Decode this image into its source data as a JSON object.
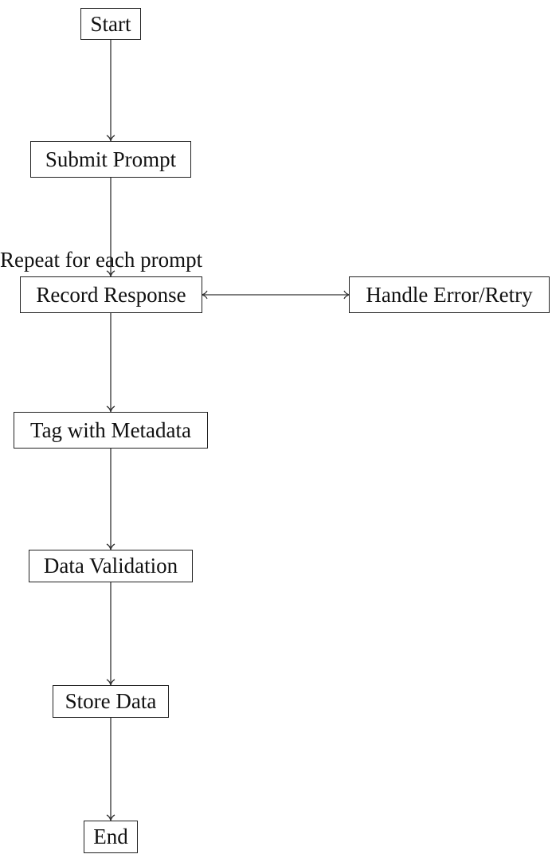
{
  "nodes": {
    "start": "Start",
    "submit_prompt": "Submit Prompt",
    "record_response": "Record Response",
    "handle_error": "Handle Error/Retry",
    "tag_metadata": "Tag with Metadata",
    "data_validation": "Data Validation",
    "store_data": "Store Data",
    "end": "End"
  },
  "annotations": {
    "loop_label": "Repeat for each prompt"
  },
  "edges": [
    {
      "from": "start",
      "to": "submit_prompt",
      "direction": "forward"
    },
    {
      "from": "submit_prompt",
      "to": "record_response",
      "direction": "forward"
    },
    {
      "from": "record_response",
      "to": "handle_error",
      "direction": "both"
    },
    {
      "from": "record_response",
      "to": "tag_metadata",
      "direction": "forward"
    },
    {
      "from": "tag_metadata",
      "to": "data_validation",
      "direction": "forward"
    },
    {
      "from": "data_validation",
      "to": "store_data",
      "direction": "forward"
    },
    {
      "from": "store_data",
      "to": "end",
      "direction": "forward"
    }
  ]
}
